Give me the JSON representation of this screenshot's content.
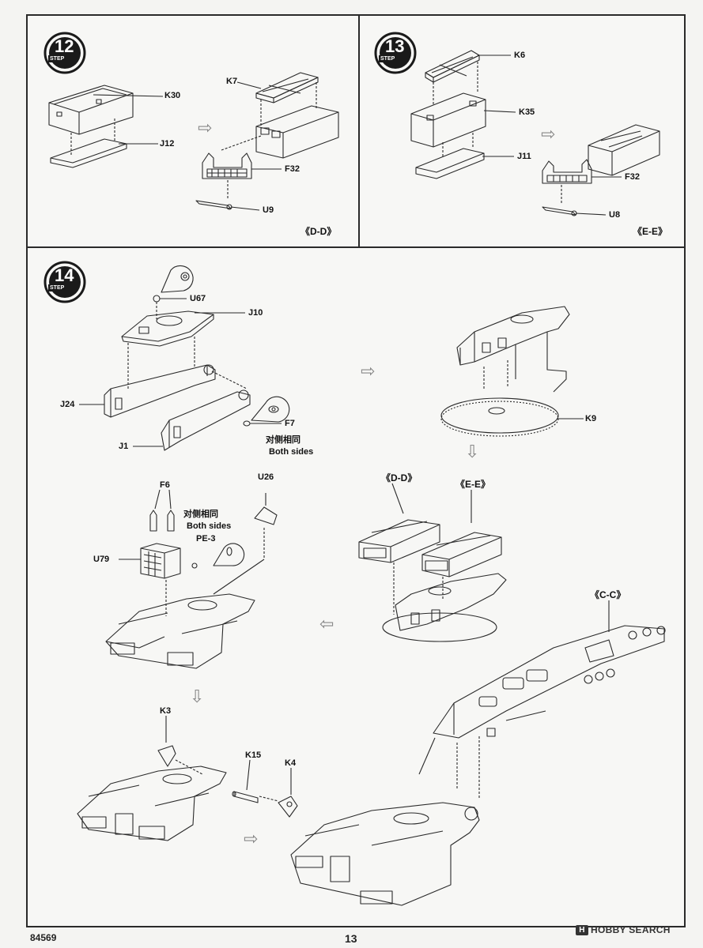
{
  "steps": {
    "s12": {
      "number": "12",
      "step_word": "STEP",
      "parts": [
        "K30",
        "J12",
        "K7",
        "F32",
        "U9"
      ],
      "section": "《D-D》"
    },
    "s13": {
      "number": "13",
      "step_word": "STEP",
      "parts": [
        "K6",
        "K35",
        "J11",
        "F32",
        "U8"
      ],
      "section": "《E-E》"
    },
    "s14": {
      "number": "14",
      "step_word": "STEP",
      "parts": {
        "u67": "U67",
        "j10": "J10",
        "j24": "J24",
        "j1": "J1",
        "f7": "F7",
        "k9": "K9",
        "u26": "U26",
        "f6": "F6",
        "u79": "U79",
        "pe3": "PE-3",
        "k3": "K3",
        "k15": "K15",
        "k4": "K4"
      },
      "both_sides_cn": "对侧相同",
      "both_sides_en": "Both sides",
      "sections": {
        "dd": "《D-D》",
        "ee": "《E-E》",
        "cc": "《C-C》"
      }
    }
  },
  "footer": {
    "kit_number": "84569",
    "page_number": "13",
    "watermark": "HOBBY SEARCH",
    "watermark_mark": "H"
  },
  "colors": {
    "line": "#2a2a2a",
    "paper": "#f4f4f2",
    "badge_bg": "#1a1a1a",
    "arrow": "#9a9a9a"
  }
}
